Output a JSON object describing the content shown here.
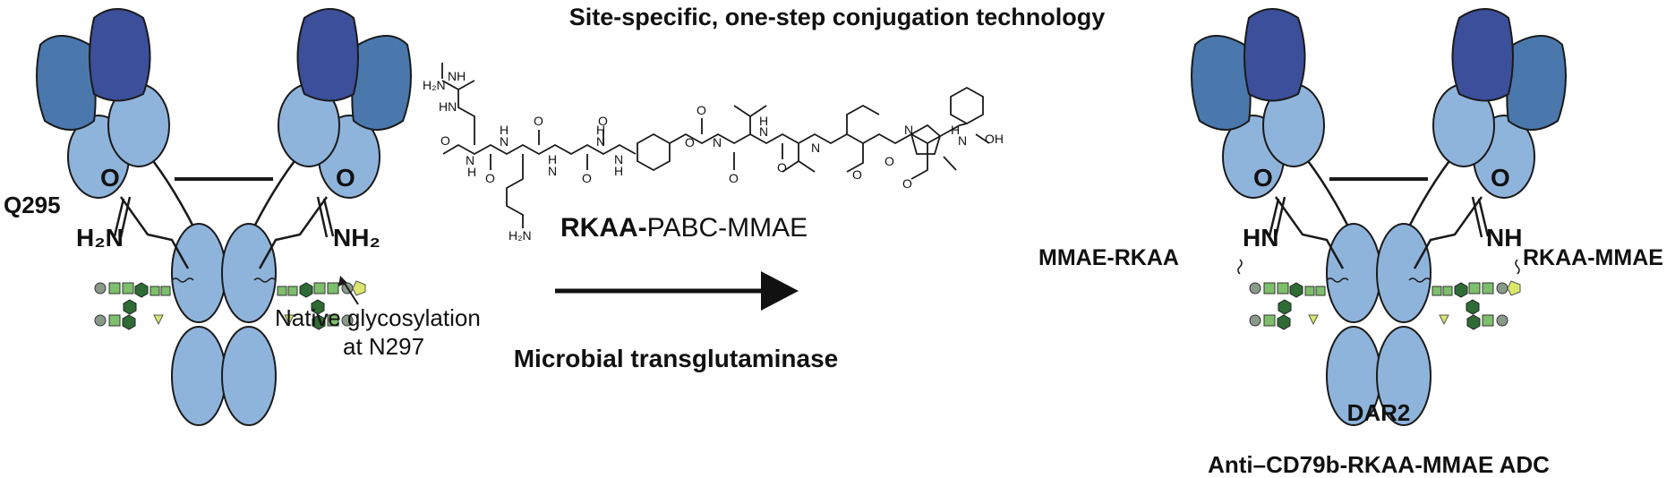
{
  "title": "Site-specific, one-step conjugation technology",
  "left_antibody": {
    "residue_label": "Q295",
    "carbonyl_o": "O",
    "amide_h2n": "H₂N",
    "amide_nh2": "NH₂",
    "glycosylation_note_line1": "Native glycosylation",
    "glycosylation_note_line2": "at N297"
  },
  "linker": {
    "name_bold": "RKAA-",
    "name_rest": "PABC-MMAE",
    "chem_atoms": [
      "H₂N",
      "NH",
      "HN",
      "O",
      "N",
      "H",
      "O",
      "H",
      "N",
      "O",
      "H",
      "N",
      "O",
      "H",
      "N",
      "O",
      "N",
      "H",
      "O",
      "O",
      "N",
      "N",
      "H",
      "O",
      "N",
      "O",
      "O",
      "N",
      "O",
      "H",
      "N",
      "OH",
      "O",
      "H₂N"
    ]
  },
  "reaction": {
    "enzyme": "Microbial transglutaminase"
  },
  "right_antibody": {
    "carbonyl_o_left": "O",
    "carbonyl_o_right": "O",
    "amide_hn": "HN",
    "amide_nh": "NH",
    "payload_left": "MMAE-RKAA",
    "payload_right": "RKAA-MMAE",
    "dar": "DAR2",
    "adc_name": "Anti–CD79b-RKAA-MMAE ADC"
  },
  "colors": {
    "light_blue": "#8fb4dc",
    "mid_blue": "#4a78ad",
    "dark_blue": "#3c4f9a",
    "outline": "#1a1a1a",
    "glycan_green": "#7dbf6a",
    "glycan_dark": "#2e6b35",
    "glycan_gray": "#8a9a8a",
    "glycan_yellow": "#d9e86a"
  }
}
